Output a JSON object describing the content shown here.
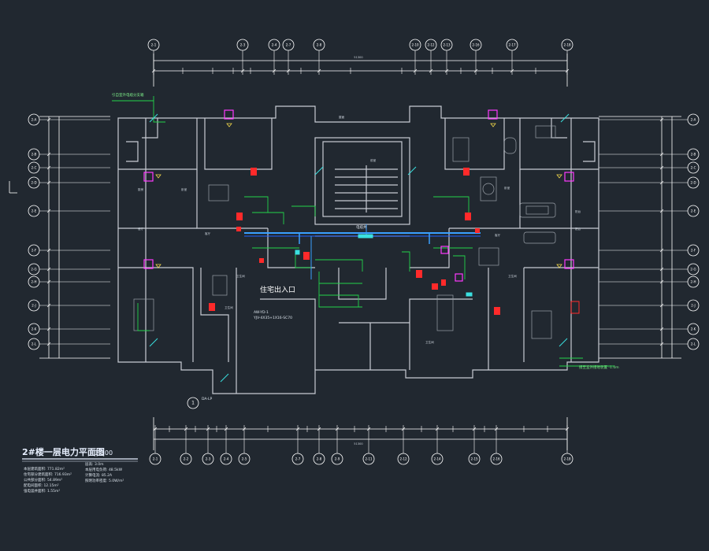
{
  "drawing": {
    "title": "2#楼一层电力平面图",
    "scale": "1:100",
    "entrance_label": "住宅出入口",
    "stair_note": "电缆井",
    "box_label_1": "AW-YD-1",
    "box_label_2": "YJV-4X35+1X16-SC70",
    "notes_left": [
      "本层建筑面积: 771.82m²",
      "住宅部分建筑面积: 716.93m²",
      "公共部分面积: 54.89m²",
      "配电间面积: 12.15m²",
      "强电竖井面积: 1.55m²"
    ],
    "notes_right": [
      "层高: 3.0m",
      "本层用电负荷: 48.5kW",
      "计算电流: 85.2A",
      "照明功率密度: 5.0W/m²"
    ],
    "callout_top_left": "引自室外电缆分支箱",
    "callout_bottom_right": "接至室外接地装置 -1.0m",
    "north_mark": "1",
    "north_text": "DA-LP",
    "top_axis_labels": [
      "2-1",
      "2-3",
      "2-4",
      "2-7",
      "2-8",
      "2-10",
      "2-12",
      "2-13",
      "2-16",
      "2-17",
      "2-18"
    ],
    "bottom_axis_labels": [
      "2-1",
      "2-2",
      "2-3",
      "2-4",
      "2-5",
      "2-7",
      "2-8",
      "2-9",
      "2-11",
      "2-12",
      "2-14",
      "2-15",
      "2-16",
      "2-18"
    ],
    "left_axis_labels": [
      "2-A",
      "2-B",
      "2-C",
      "2-D",
      "2-E",
      "2-F",
      "2-G",
      "2-H",
      "2-J",
      "2-K",
      "2-L"
    ],
    "right_axis_labels": [
      "2-A",
      "2-B",
      "2-C",
      "2-D",
      "2-E",
      "2-F",
      "2-G",
      "2-H",
      "2-J",
      "2-K",
      "2-L"
    ],
    "top_overall_dim": "51300",
    "bottom_overall_dim": "51300"
  }
}
